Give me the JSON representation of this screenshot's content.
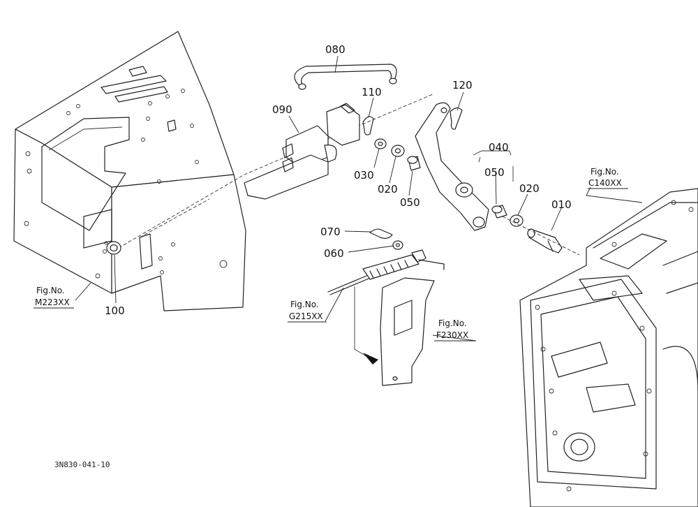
{
  "parts": {
    "p080": "080",
    "p110": "110",
    "p120": "120",
    "p090": "090",
    "p040": "040",
    "p030": "030",
    "p020a": "020",
    "p050a": "050",
    "p050b": "050",
    "p020b": "020",
    "p010": "010",
    "p070": "070",
    "p060": "060",
    "p100": "100"
  },
  "references": {
    "m223": {
      "line1": "Fig.No.",
      "line2": "M223XX"
    },
    "c140": {
      "line1": "Fig.No.",
      "line2": "C140XX"
    },
    "g215": {
      "line1": "Fig.No.",
      "line2": "G215XX"
    },
    "f230": {
      "line1": "Fig.No.",
      "line2": "F230XX"
    }
  },
  "drawing_code": "3N830-041-10"
}
